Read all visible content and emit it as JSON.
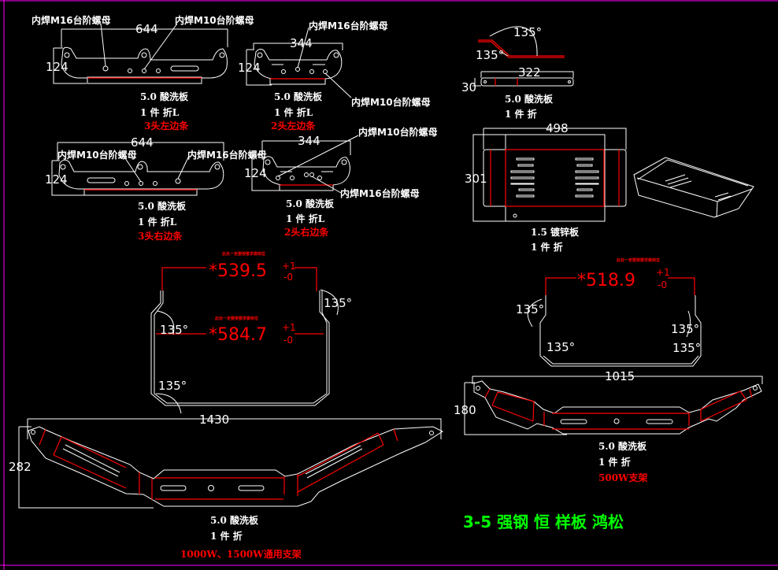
{
  "colors": {
    "background": "#000000",
    "line": "#ffffff",
    "bend_line": "#ff0000",
    "title": "#00ff00",
    "frame": "#ff00ff"
  },
  "title": "3-5 强钢 恒 样板 鸿松",
  "parts": [
    {
      "dimension_width": "644",
      "dimension_height": "124",
      "callout_a": "内焊M16台阶螺母",
      "callout_b": "内焊M10台阶螺母",
      "material": "5.0 酸洗板",
      "quantity": "1 件 折L",
      "name": "3头左边条"
    },
    {
      "dimension_width": "344",
      "dimension_height": "124",
      "callout_a": "内焊M16台阶螺母",
      "callout_b": "内焊M10台阶螺母",
      "material": "5.0 酸洗板",
      "quantity": "1 件 折L",
      "name": "2头左边条"
    },
    {
      "dimension_width": "644",
      "dimension_height": "124",
      "callout_a": "内焊M10台阶螺母",
      "callout_b": "内焊M16台阶螺母",
      "material": "5.0 酸洗板",
      "quantity": "1 件 折L",
      "name": "3头右边条"
    },
    {
      "dimension_width": "344",
      "dimension_height": "124",
      "callout_a": "内焊M10台阶螺母",
      "callout_b": "内焊M16台阶螺母",
      "material": "5.0 酸洗板",
      "quantity": "1 件 折L",
      "name": "2头右边条"
    },
    {
      "angle_a": "135°",
      "angle_b": "135°",
      "dimension_width": "322",
      "dimension_height": "30",
      "material": "5.0 酸洗板",
      "quantity": "1 件 折"
    },
    {
      "dimension_width": "498",
      "dimension_height": "301",
      "material": "1.5 镀锌板",
      "quantity": "1 件 折"
    },
    {
      "dimension_width": "1015",
      "dimension_height": "180",
      "material": "5.0 酸洗板",
      "quantity": "1 件 折",
      "name": "500W支架"
    },
    {
      "dimension_width": "1430",
      "dimension_height": "282",
      "material": "5.0 酸洗板",
      "quantity": "1 件 折",
      "name": "1000W、1500W通用支架"
    }
  ],
  "critical_dims": [
    {
      "value": "*539.5",
      "tol_plus": "+1",
      "tol_minus": "-0",
      "note": "此处一定要按要求做到位"
    },
    {
      "value": "*584.7",
      "tol_plus": "+1",
      "tol_minus": "-0",
      "note": "此处一定要按要求做到位"
    },
    {
      "value": "*518.9",
      "tol_plus": "+1",
      "tol_minus": "-0",
      "note": "此处一定要按要求做到位"
    }
  ],
  "angles": {
    "deg": "135°"
  }
}
